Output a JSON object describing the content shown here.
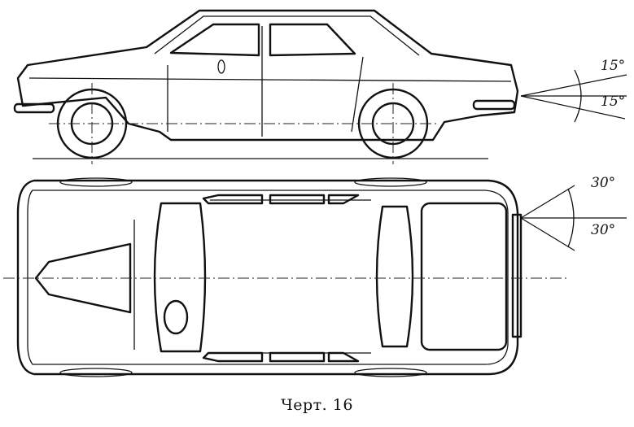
{
  "figure": {
    "side_view": {
      "angle_up": "15°",
      "angle_down": "15°"
    },
    "top_view": {
      "angle_left": "30°",
      "angle_right": "30°"
    },
    "caption": "Черт. 16"
  }
}
